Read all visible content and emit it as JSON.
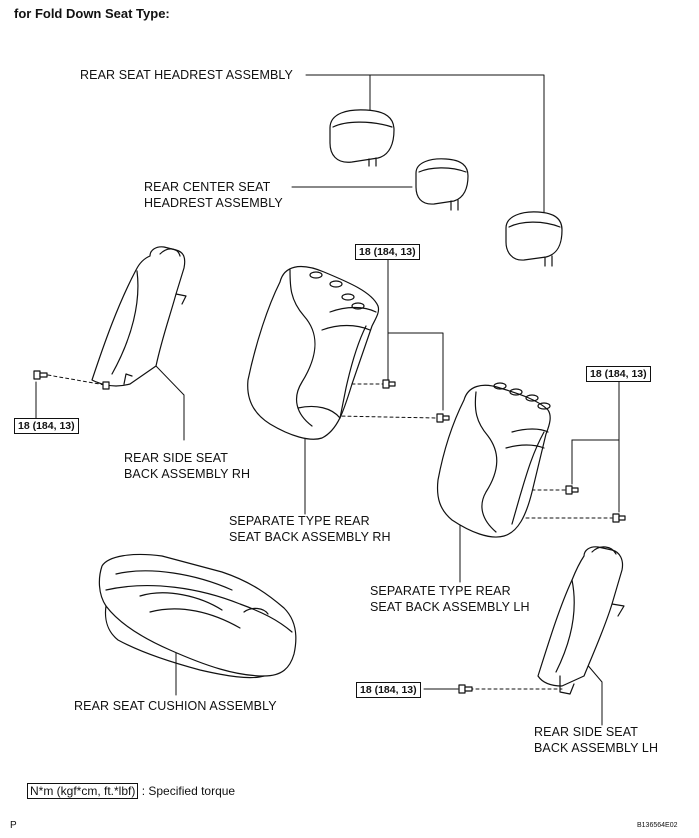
{
  "heading": "for Fold Down Seat Type:",
  "labels": {
    "rear_seat_headrest": "REAR SEAT HEADREST ASSEMBLY",
    "rear_center_headrest_l1": "REAR CENTER SEAT",
    "rear_center_headrest_l2": "HEADREST ASSEMBLY",
    "side_back_rh_l1": "REAR SIDE SEAT",
    "side_back_rh_l2": "BACK ASSEMBLY RH",
    "separate_back_rh_l1": "SEPARATE TYPE REAR",
    "separate_back_rh_l2": "SEAT BACK ASSEMBLY RH",
    "separate_back_lh_l1": "SEPARATE TYPE REAR",
    "separate_back_lh_l2": "SEAT BACK ASSEMBLY LH",
    "cushion": "REAR SEAT CUSHION ASSEMBLY",
    "side_back_lh_l1": "REAR SIDE SEAT",
    "side_back_lh_l2": "BACK ASSEMBLY LH"
  },
  "torque": {
    "center": "18 (184, 13)",
    "right": "18 (184, 13)",
    "left": "18 (184, 13)",
    "bottom": "18 (184, 13)"
  },
  "legend": {
    "unit": "N*m (kgf*cm, ft.*lbf)",
    "text": ": Specified torque"
  },
  "corner_left": "P",
  "corner_right": "B136564E02"
}
